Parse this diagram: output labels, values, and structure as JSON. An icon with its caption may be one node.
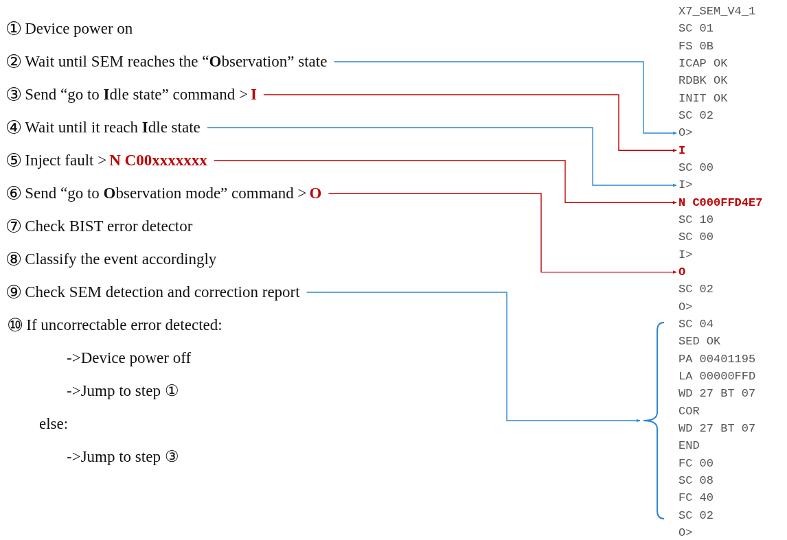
{
  "diagram": {
    "nodes": [
      {
        "text": [
          "②",
          "Wait until SEM reaches the “**O**bservation” state"
        ]
      },
      {
        "text": [
          "③",
          "Send “go to **I**dle state” command >",
          "I"
        ]
      },
      {
        "text": [
          "④",
          "Wait until it reach **I**dle state"
        ]
      },
      {
        "text": [
          "⑤",
          "Inject fault >",
          "N C00xxxxxxx"
        ]
      },
      {
        "text": [
          "⑥",
          "Send “go to **O**bservation mode” command >",
          "O"
        ]
      },
      {
        "text": [
          "⑨",
          "Check SEM detection and correction report"
        ]
      },
      {
        "text": [
          "O>"
        ]
      },
      {
        "text": [
          "I"
        ]
      },
      {
        "text": [
          "I>"
        ]
      },
      {
        "text": [
          "N C000FFD4E7"
        ]
      },
      {
        "text": [
          "O"
        ]
      },
      {
        "text": [],
        "shape": "brace"
      }
    ],
    "edges": [
      {
        "from": 0,
        "to": 6,
        "arrow": "to"
      },
      {
        "from": 1,
        "to": 7,
        "arrow": "to",
        "color": "#c00000"
      },
      {
        "from": 2,
        "to": 8,
        "arrow": "to"
      },
      {
        "from": 3,
        "to": 9,
        "arrow": "to",
        "color": "#c00000"
      },
      {
        "from": 4,
        "to": 10,
        "arrow": "to",
        "color": "#c00000"
      },
      {
        "from": 5,
        "to": 11,
        "arrow": "to"
      }
    ],
    "labels": [
      "①",
      "Device power on",
      "⑦",
      "Check BIST error detector",
      "⑧",
      "Classify the event accordingly",
      "⑩",
      "If uncorrectable error detected:",
      "->Device power off",
      "->Jump to step ①",
      "else:",
      "->Jump to step ③",
      "X7_SEM_V4_1",
      "SC 01",
      "FS 0B",
      "ICAP OK",
      "RDBK OK",
      "INIT OK",
      "SC 02",
      "SC 00",
      "SC 10",
      "SC 00",
      "I>",
      "SC 02",
      "O>",
      "SC 04",
      "SED OK",
      "PA 00401195",
      "LA 00000FFD",
      "WD 27 BT 07",
      "COR",
      "WD 27 BT 07",
      "END",
      "FC 00",
      "SC 08",
      "FC 40",
      "SC 02",
      "O>"
    ]
  }
}
